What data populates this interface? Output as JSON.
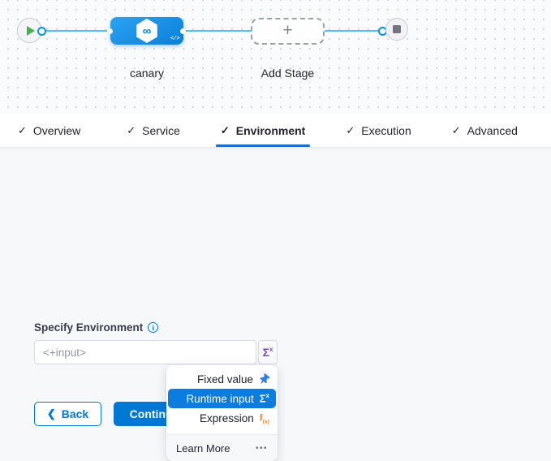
{
  "canvas": {
    "start_node": {
      "type": "play"
    },
    "stage": {
      "name": "canary",
      "icon_glyph": "∞",
      "code_icon_glyph": "</>"
    },
    "add_stage": {
      "label": "Add Stage",
      "plus_glyph": "+"
    },
    "end_node": {
      "type": "stop"
    }
  },
  "tabs": {
    "check_glyph": "✓",
    "items": [
      {
        "label": "Overview",
        "checked": true,
        "active": false
      },
      {
        "label": "Service",
        "checked": true,
        "active": false
      },
      {
        "label": "Environment",
        "checked": true,
        "active": true
      },
      {
        "label": "Execution",
        "checked": true,
        "active": false
      },
      {
        "label": "Advanced",
        "checked": true,
        "active": false
      }
    ]
  },
  "form": {
    "label": "Specify Environment",
    "info_glyph": "i",
    "input_value": "<+input>",
    "sigma_glyph": "Σ",
    "sigma_sup": "x"
  },
  "buttons": {
    "back_chevron": "❮",
    "back_label": "Back",
    "continue_label": "Continue"
  },
  "menu": {
    "items": [
      {
        "label": "Fixed value",
        "icon": "pin-icon",
        "selected": false
      },
      {
        "label": "Runtime input",
        "icon": "sigma-icon",
        "selected": true,
        "icon_glyph": "Σ",
        "icon_sup": "x"
      },
      {
        "label": "Expression",
        "icon": "expression-icon",
        "selected": false,
        "icon_glyph": "f",
        "icon_sub": "(x)"
      }
    ],
    "footer": {
      "label": "Learn More",
      "ellipsis_glyph": "•••"
    }
  },
  "colors": {
    "primary_blue": "#0278d5",
    "runtime_highlight": "#0b7ce0",
    "tab_underline": "#1a6fd0",
    "connector_blue": "#4cc3f2",
    "node_gradient_start": "#2ba3f3",
    "node_gradient_end": "#0b7fd9",
    "play_green": "#43b14e",
    "stop_gray": "#74757f",
    "sigma_purple": "#7348ca",
    "expression_orange": "#f07a1f",
    "canvas_bg": "#fafbfc",
    "panel_bg": "#f6f8fa"
  }
}
